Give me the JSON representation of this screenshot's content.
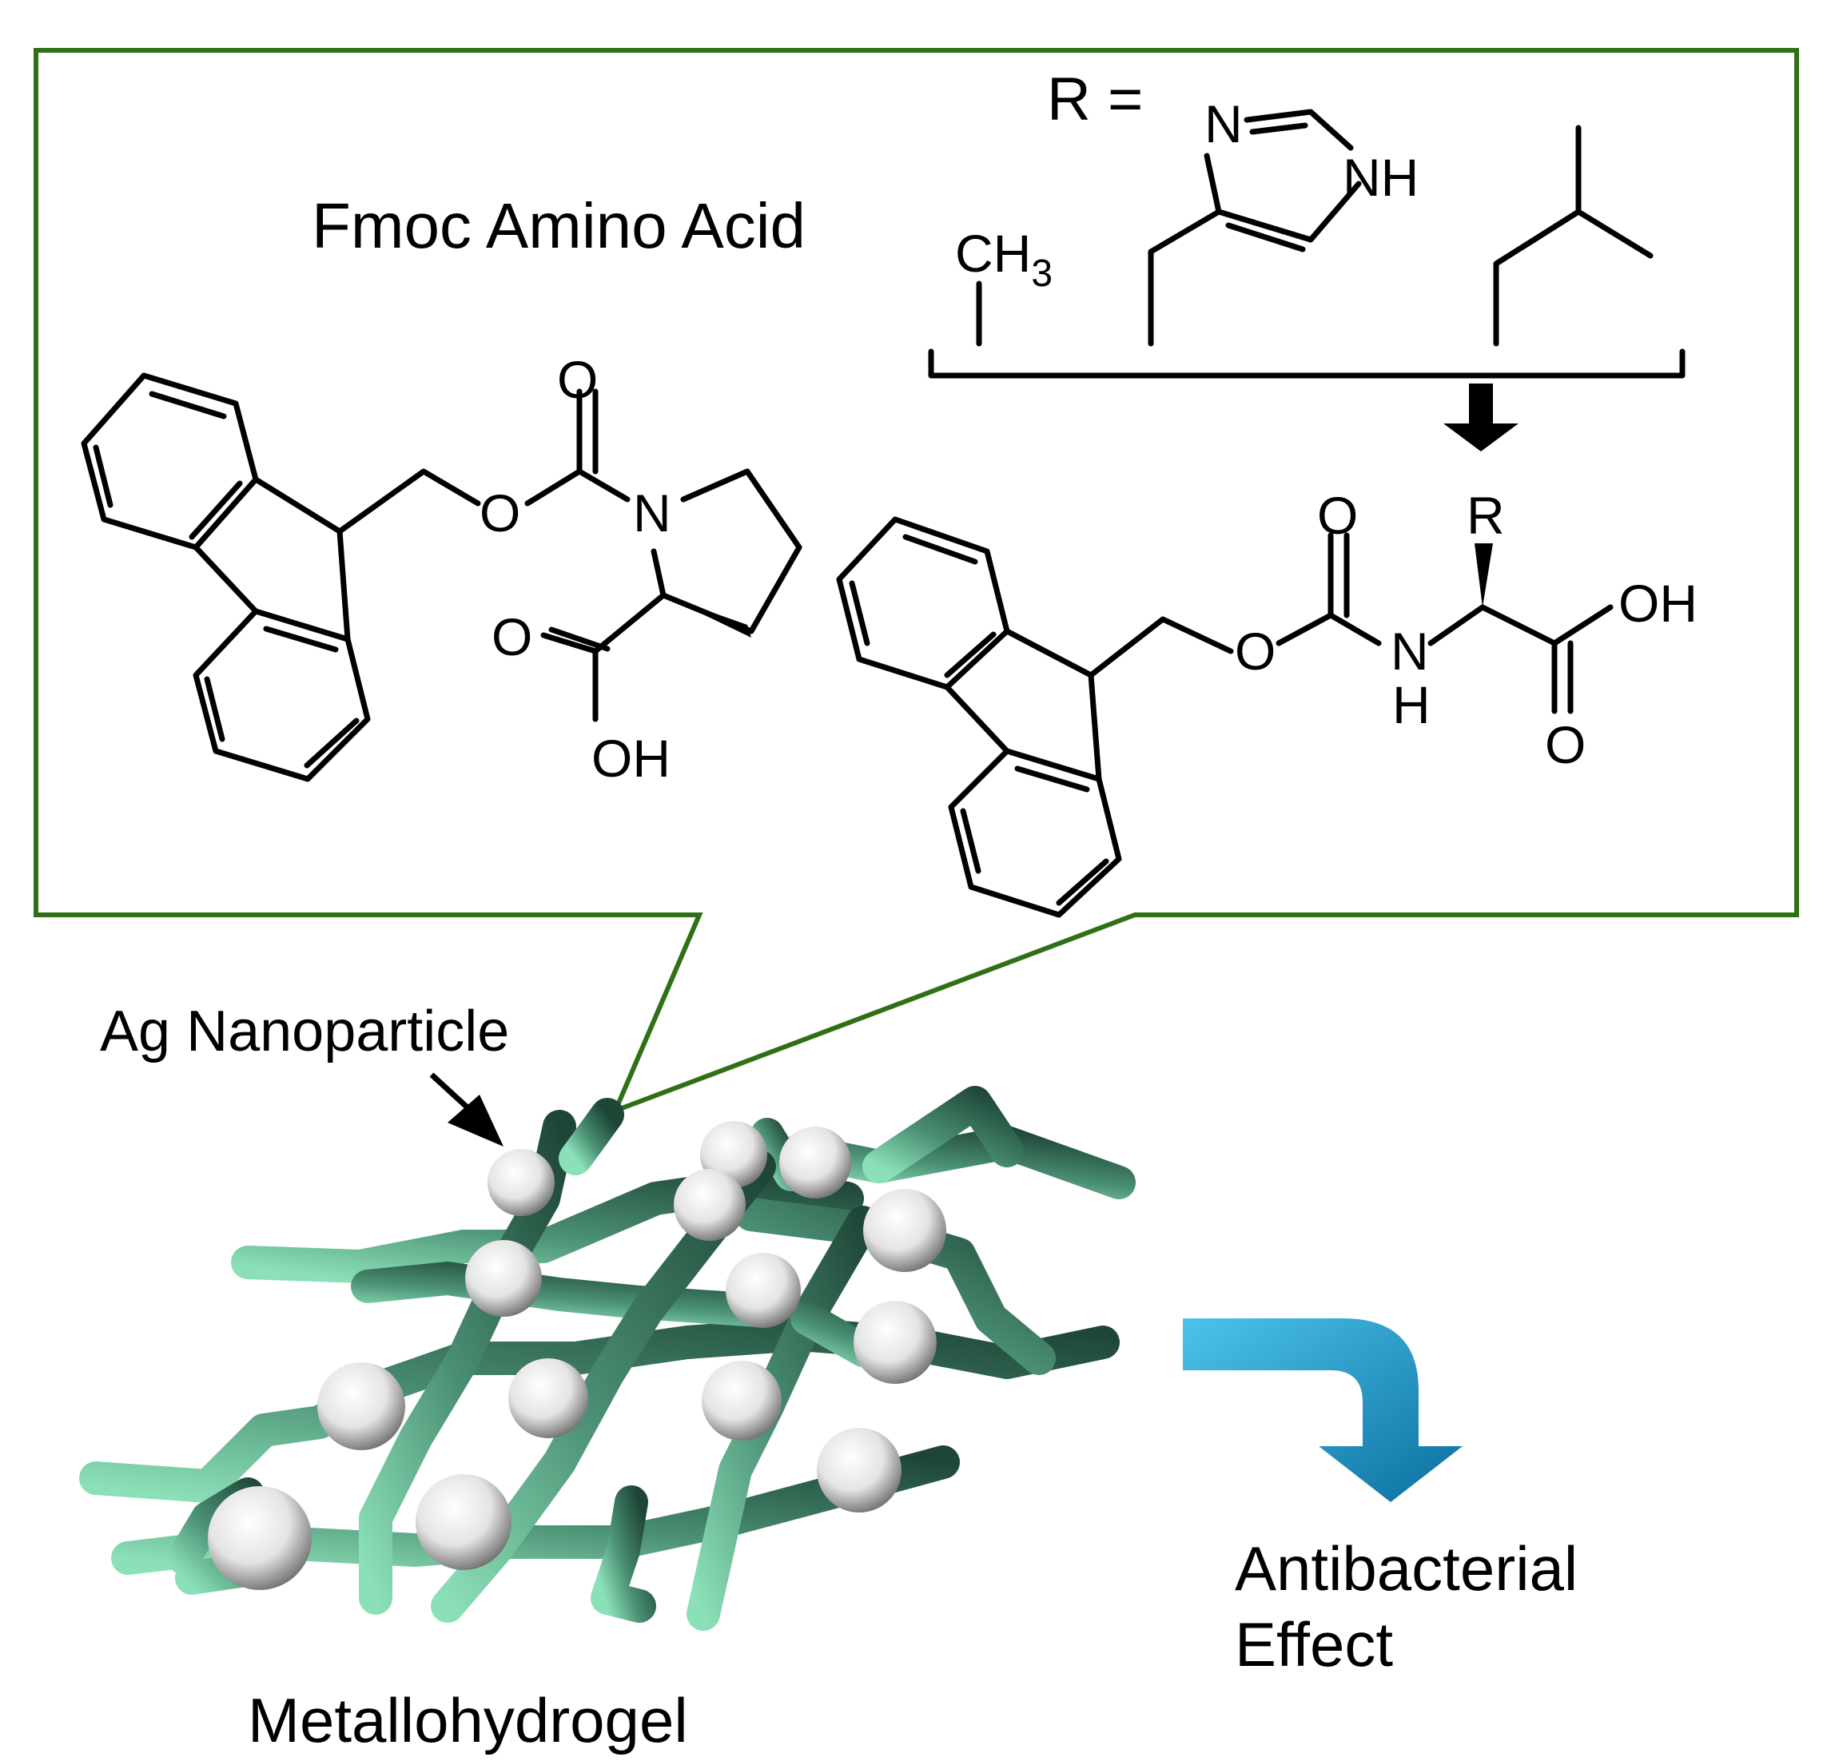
{
  "figure": {
    "fmoc_title": "Fmoc Amino Acid",
    "r_equals": "R =",
    "nanoparticle_label": "Ag Nanoparticle",
    "hydrogel_label": "Metallohydrogel",
    "effect_line1": "Antibacterial",
    "effect_line2": "Effect"
  },
  "molecules": {
    "methyl": {
      "c": "CH",
      "sub": "3"
    },
    "imidazole": {
      "n": "N",
      "nh": "NH"
    },
    "proline": {
      "o_carbonyl": "O",
      "o_ester": "O",
      "n": "N",
      "o_acid": "O",
      "oh": "OH"
    },
    "generic": {
      "o_carbonyl": "O",
      "o_ester": "O",
      "nh_n": "N",
      "nh_h": "H",
      "r": "R",
      "oh": "OH",
      "o_acid": "O"
    }
  },
  "colors": {
    "callout_border": "#2e7016",
    "arrow_blue": "#1a9bd0",
    "strand_light": "#86d6b2",
    "strand_dark": "#1f4838",
    "particle": "#e8e8e8"
  }
}
